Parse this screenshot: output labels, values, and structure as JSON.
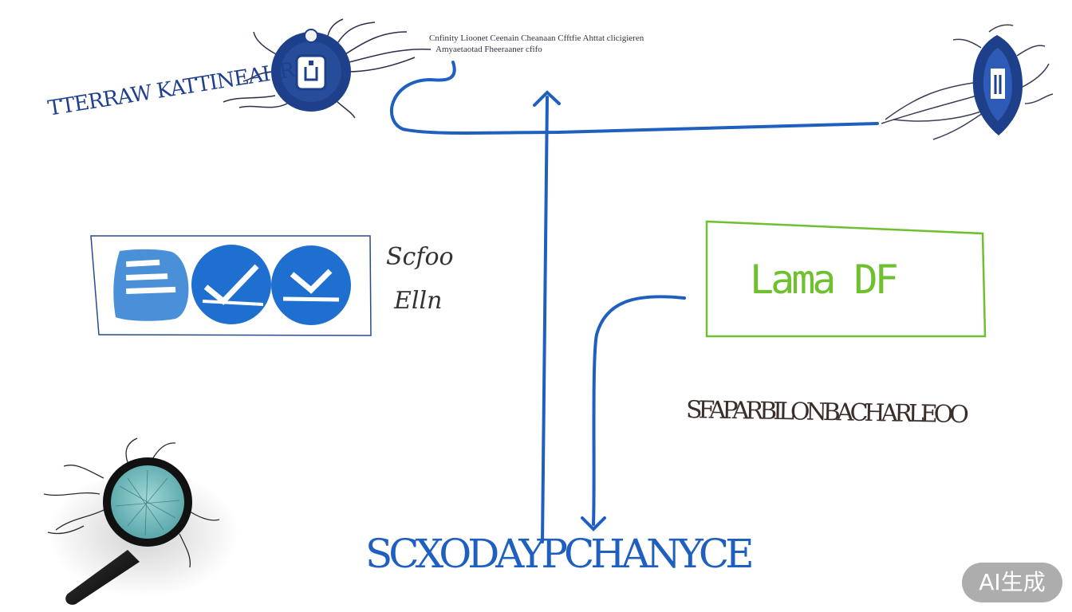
{
  "header": {
    "caption_line1": "Cnfinity Lioonet Ceenain Cheanaan Cfftfie Ahttat clicigieren",
    "caption_line2": "Amyaetaotad Fheeraaner cfifo"
  },
  "labels": {
    "left_top": "TTERRAW KATTINEAHR",
    "middle_scribble_1": "Scfoo",
    "middle_scribble_2": "Elln",
    "green_box_text": "Lama DF",
    "right_middle": "SFAPARBILONBACHARLEOO",
    "bottom": "SCXODAYPCHANYCE"
  },
  "badge": {
    "text": "AI生成"
  },
  "colors": {
    "accent_blue": "#1f5fbf",
    "icon_dark_blue": "#1e3f8a",
    "icon_light_blue": "#4a90d9",
    "green": "#6fc02f",
    "ink": "#333333"
  },
  "icons": {
    "top_left": "lock-badge-icon",
    "top_right": "shield-icon",
    "box_left": [
      "document-icon",
      "check-mark-icon",
      "check-down-icon"
    ],
    "bottom_left": "magnifying-glass-icon"
  }
}
